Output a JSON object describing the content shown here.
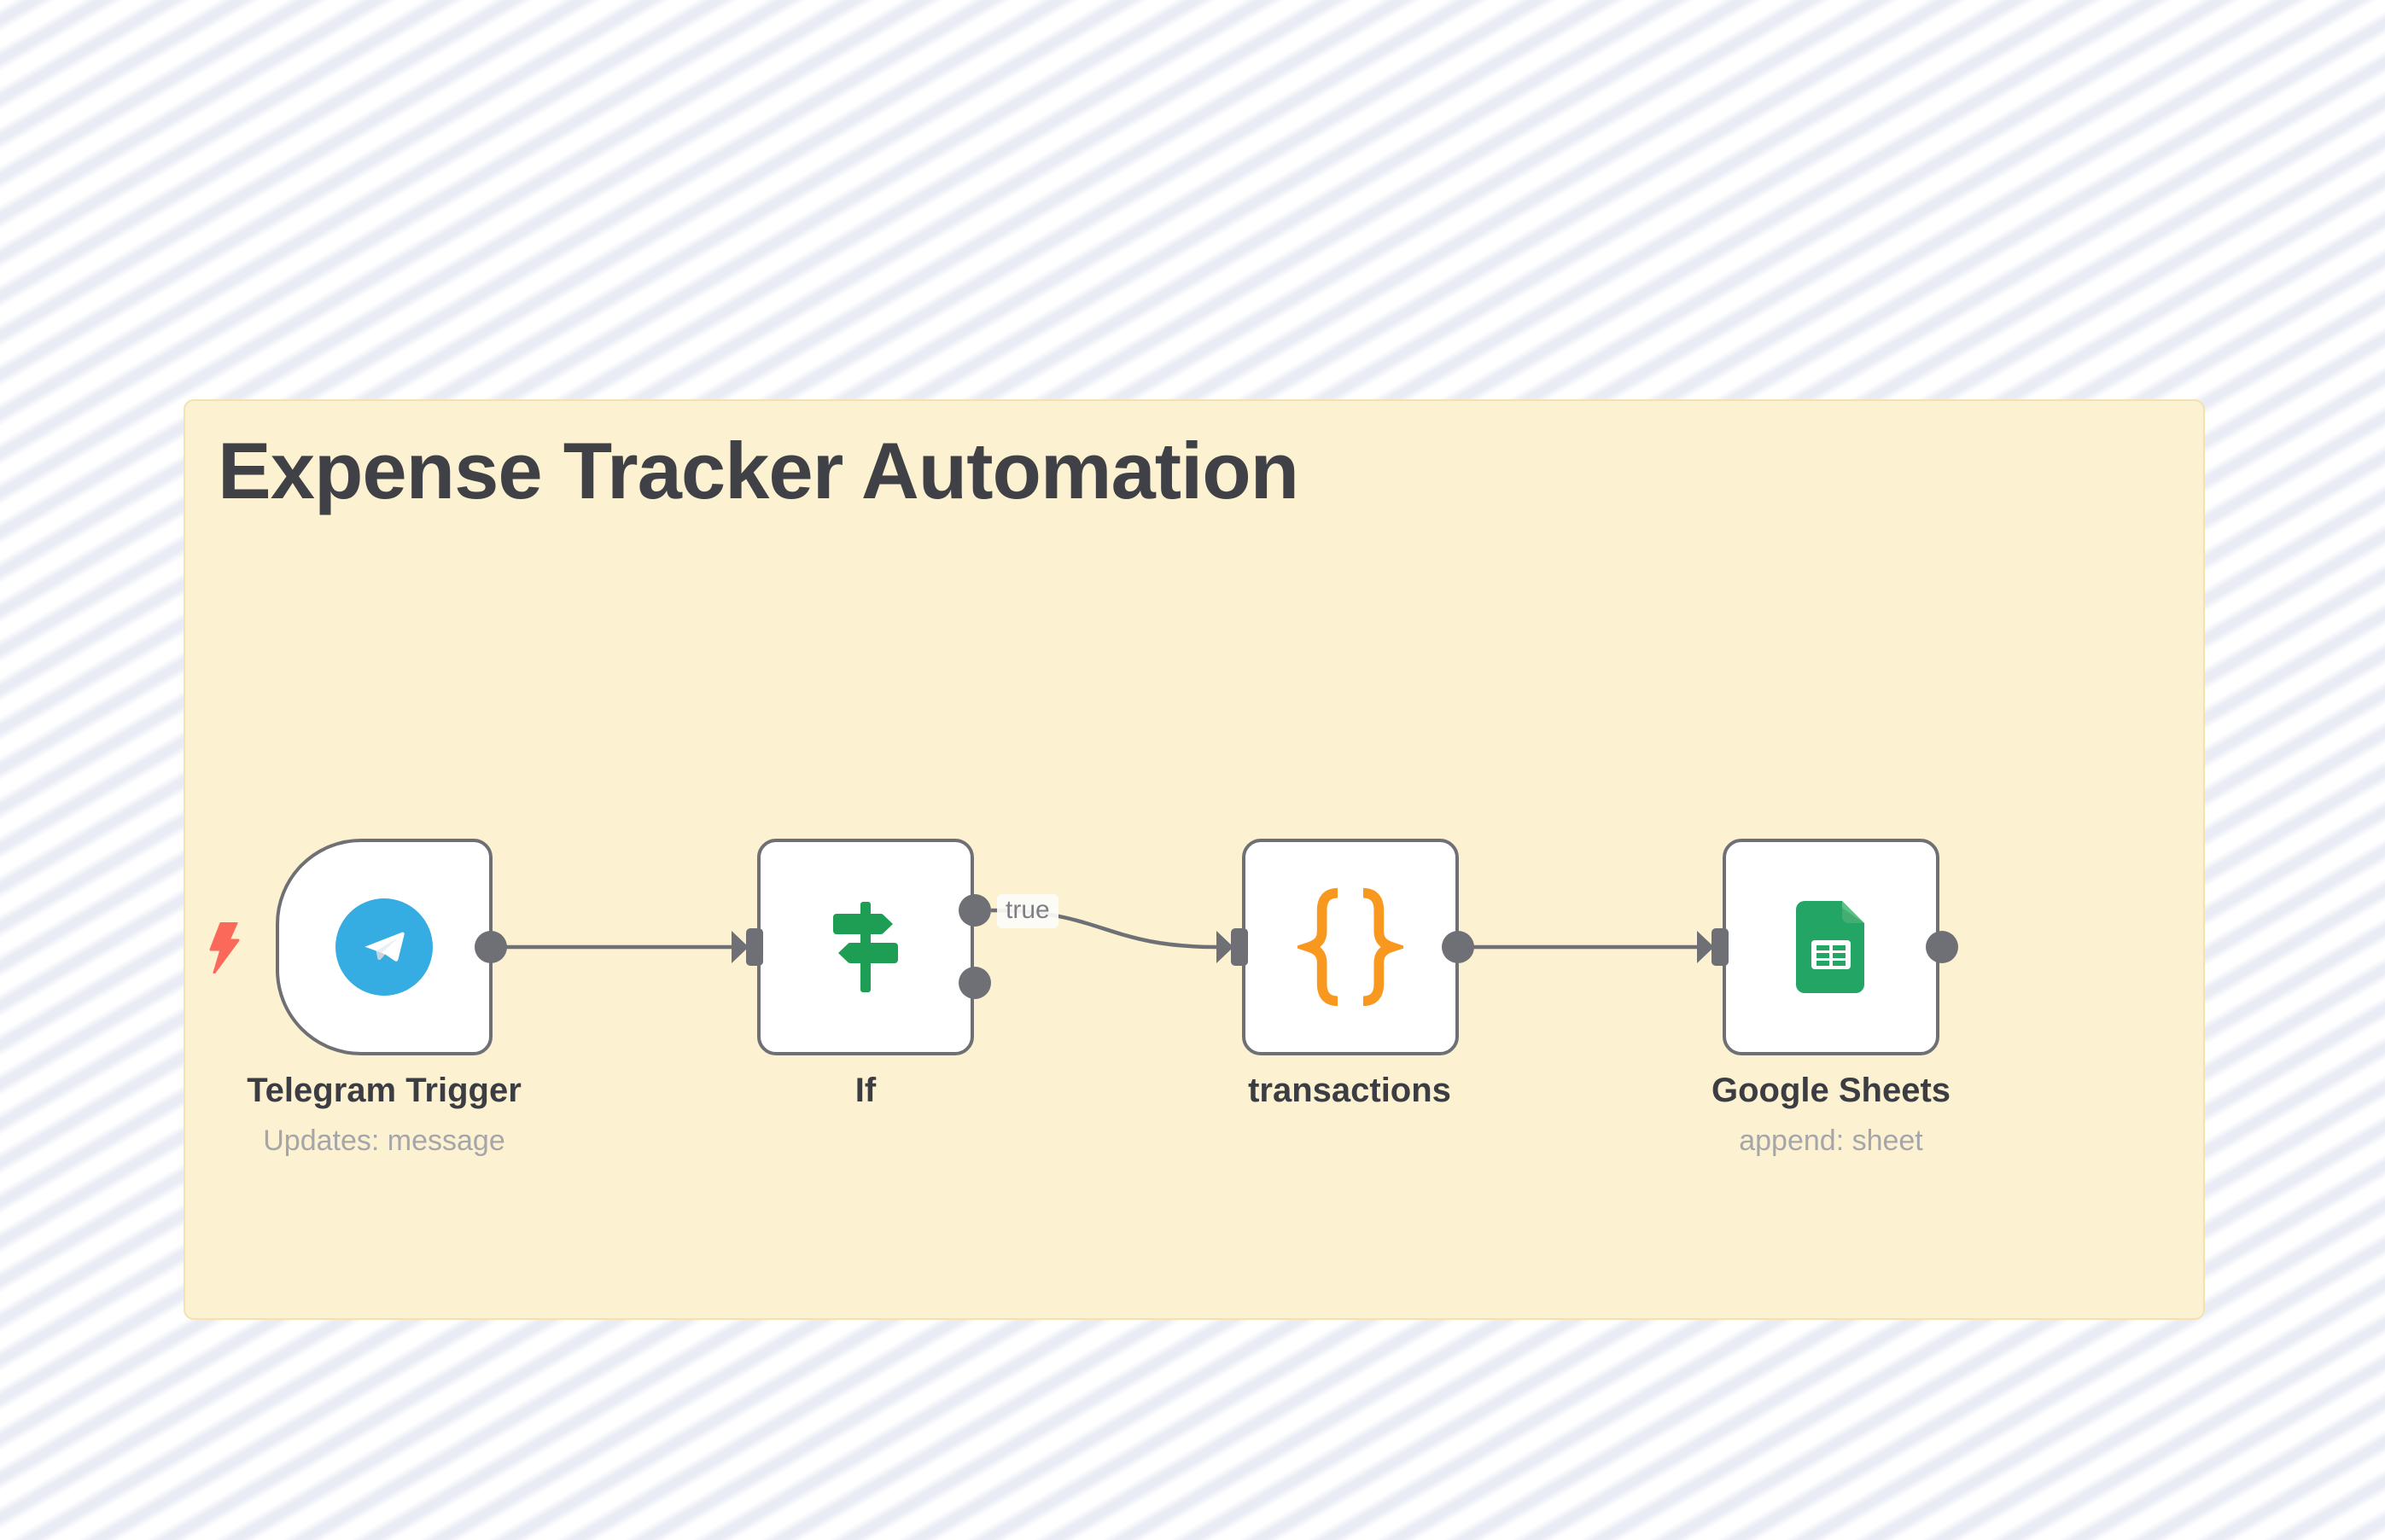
{
  "workflow": {
    "sticky_note": {
      "title": "Expense Tracker Automation"
    },
    "nodes": [
      {
        "name": "Telegram Trigger",
        "subtitle": "Updates: message",
        "type": "telegram-trigger",
        "icon": "telegram-icon"
      },
      {
        "name": "If",
        "subtitle": "",
        "type": "if",
        "icon": "signpost-icon"
      },
      {
        "name": "transactions",
        "subtitle": "",
        "type": "code",
        "icon": "curly-braces-icon"
      },
      {
        "name": "Google Sheets",
        "subtitle": "append: sheet",
        "type": "google-sheets",
        "icon": "google-sheets-icon"
      }
    ],
    "connections": [
      {
        "from": "Telegram Trigger",
        "to": "If",
        "label": ""
      },
      {
        "from": "If",
        "to": "transactions",
        "label": "true"
      },
      {
        "from": "transactions",
        "to": "Google Sheets",
        "label": ""
      }
    ],
    "colors": {
      "canvas_stripe": "#E9EBF5",
      "sticky_bg": "#FCF1D0",
      "sticky_border": "#F2E2B0",
      "node_border": "#6E7076",
      "connector_gray": "#6E7076",
      "telegram_blue": "#35ACE2",
      "if_green": "#1E9E55",
      "code_orange": "#F9981E",
      "sheets_green": "#23A566",
      "trigger_bolt_red": "#FA695A",
      "title_text": "#3F4146",
      "label_text": "#3B3D42",
      "sublabel_text": "#A5A6AB"
    }
  }
}
